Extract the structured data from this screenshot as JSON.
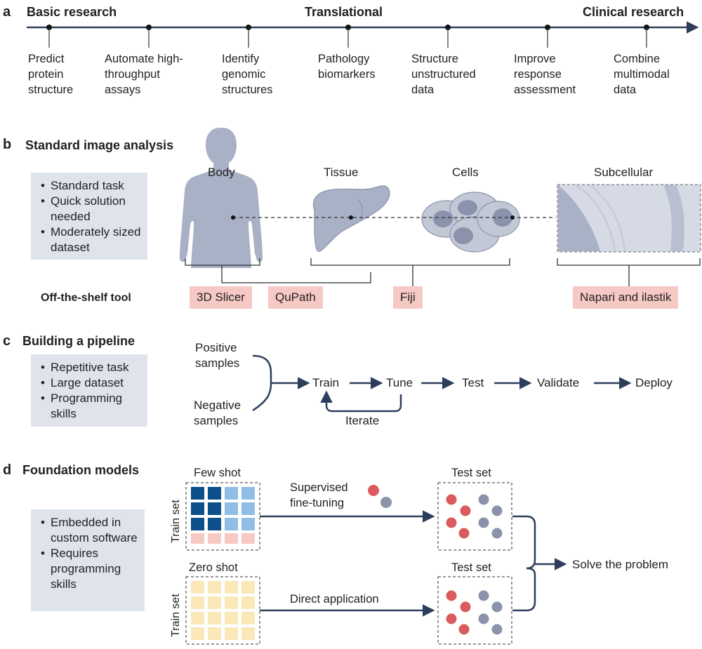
{
  "panel_a": {
    "letter": "a",
    "heads": {
      "left": "Basic research",
      "mid": "Translational",
      "right": "Clinical research"
    },
    "items": [
      "Predict protein structure",
      "Automate high-throughput assays",
      "Identify genomic structures",
      "Pathology biomarkers",
      "Structure unstructured data",
      "Improve response assessment",
      "Combine multimodal data"
    ],
    "item_lines": [
      [
        "Predict",
        "protein",
        "structure"
      ],
      [
        "Automate high-",
        "throughput",
        "assays"
      ],
      [
        "Identify",
        "genomic",
        "structures"
      ],
      [
        "Pathology",
        "biomarkers"
      ],
      [
        "Structure",
        "unstructured",
        "data"
      ],
      [
        "Improve",
        "response",
        "assessment"
      ],
      [
        "Combine",
        "multimodal",
        "data"
      ]
    ]
  },
  "panel_b": {
    "letter": "b",
    "title": "Standard image analysis",
    "bullets": [
      "Standard task",
      "Quick solution needed",
      "Moderately sized dataset"
    ],
    "scales": [
      "Body",
      "Tissue",
      "Cells",
      "Subcellular"
    ],
    "shelf_label": "Off-the-shelf tool",
    "tools": [
      "3D Slicer",
      "QuPath",
      "Fiji",
      "Napari and ilastik"
    ]
  },
  "panel_c": {
    "letter": "c",
    "title": "Building a pipeline",
    "bullets": [
      "Repetitive task",
      "Large dataset",
      "Programming skills"
    ],
    "positive": "Positive samples",
    "negative": "Negative samples",
    "steps": [
      "Train",
      "Tune",
      "Test",
      "Validate",
      "Deploy"
    ],
    "iterate": "Iterate"
  },
  "panel_d": {
    "letter": "d",
    "title": "Foundation models",
    "bullets": [
      "Embedded in custom software",
      "Requires programming skills"
    ],
    "few_shot": "Few shot",
    "zero_shot": "Zero shot",
    "train_set": "Train set",
    "test_set": "Test set",
    "supervised": "Supervised fine-tuning",
    "direct": "Direct application",
    "solve": "Solve the problem"
  },
  "colors": {
    "navy": "#2d3e5c",
    "box_fill": "#dfe4ec",
    "tool_fill": "#f6c9c4",
    "anatomy": "#a9b1c7",
    "dark_blue": "#0d4f8b",
    "light_blue": "#8fbde6",
    "pink": "#f6c9c4",
    "cream": "#fbe8b8",
    "red_dot": "#db5a5e",
    "grey_dot": "#8a93ab"
  }
}
